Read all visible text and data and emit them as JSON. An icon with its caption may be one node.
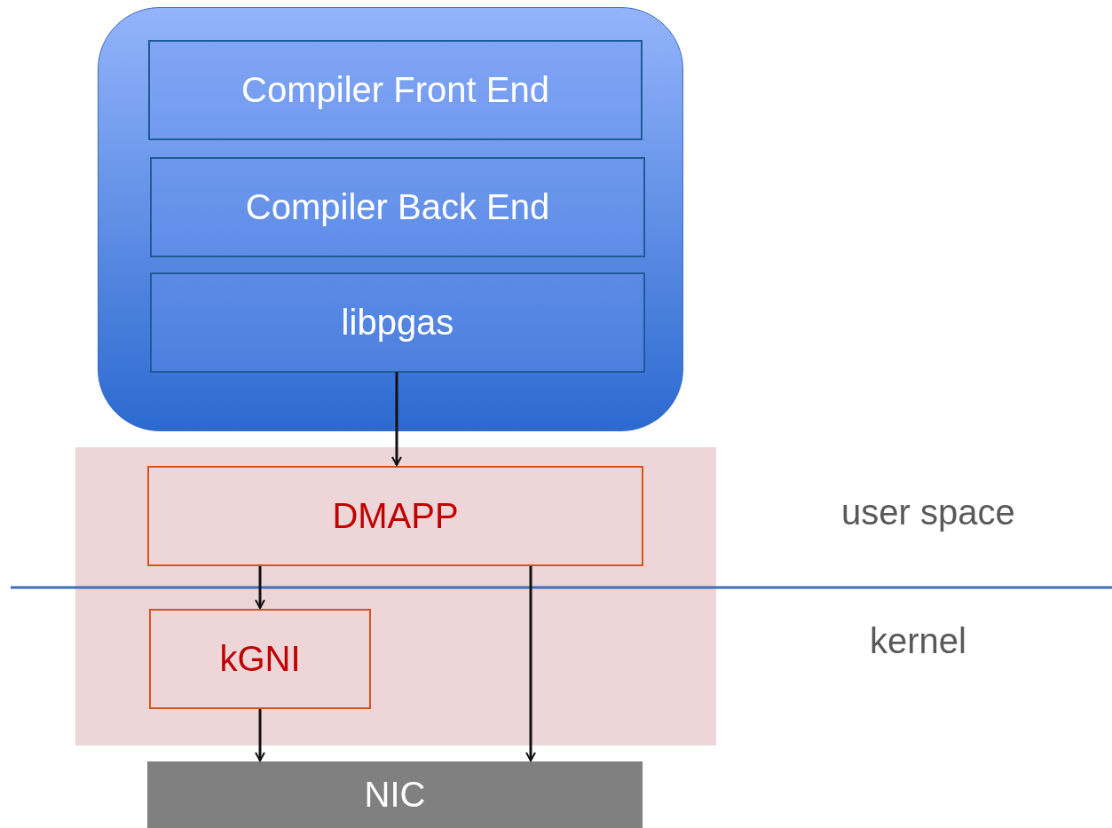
{
  "diagram": {
    "nodes": [
      {
        "text": [],
        "shape": "box"
      },
      {
        "text": [
          "Compiler Front End"
        ],
        "in": 0
      },
      {
        "text": [
          "Compiler Back End"
        ],
        "in": 0
      },
      {
        "text": [
          "libpgas"
        ],
        "in": 0
      },
      {
        "text": [],
        "shape": "box"
      },
      {
        "text": [
          "DMAPP"
        ],
        "in": 4
      },
      {
        "text": [
          "kGNI"
        ],
        "in": 4
      },
      {
        "text": [
          "NIC"
        ]
      }
    ],
    "edges": [
      {
        "from": 3,
        "to": 5,
        "arrow": "to"
      },
      {
        "from": 5,
        "to": 6,
        "arrow": "to"
      },
      {
        "from": 5,
        "to": 7,
        "arrow": "to"
      },
      {
        "from": 6,
        "to": 7,
        "arrow": "to"
      }
    ],
    "labels": [
      "user space",
      "kernel"
    ]
  }
}
